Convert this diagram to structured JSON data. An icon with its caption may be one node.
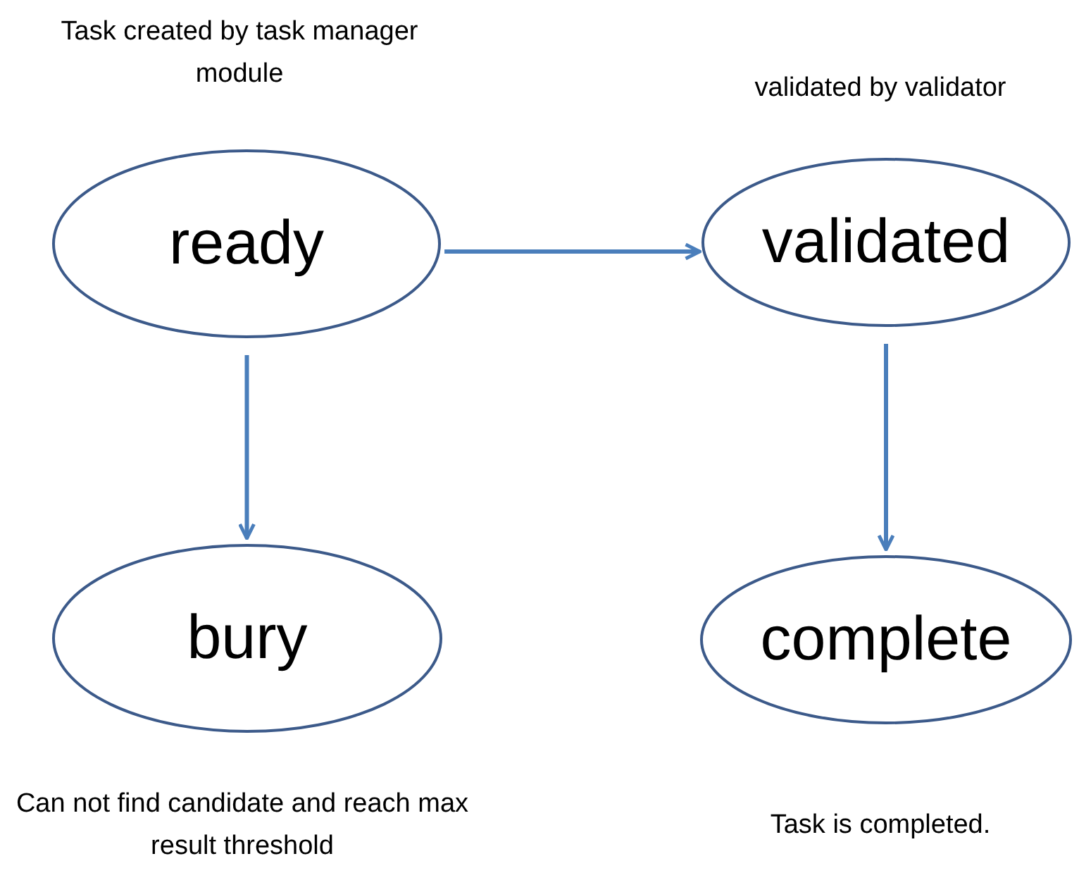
{
  "diagram": {
    "nodes": [
      {
        "text": [
          "ready"
        ],
        "beside": [
          "Task created by task manager module"
        ]
      },
      {
        "text": [
          "validated"
        ],
        "beside": [
          "validated by validator"
        ]
      },
      {
        "text": [
          "bury"
        ],
        "beside": [
          "Can not find candidate and reach max result threshold"
        ]
      },
      {
        "text": [
          "complete"
        ],
        "beside": [
          "Task is completed."
        ]
      }
    ],
    "edges": [
      {
        "from": 0,
        "to": 1,
        "arrow": "to"
      },
      {
        "from": 0,
        "to": 2,
        "arrow": "to"
      },
      {
        "from": 1,
        "to": 3,
        "arrow": "to"
      }
    ]
  }
}
